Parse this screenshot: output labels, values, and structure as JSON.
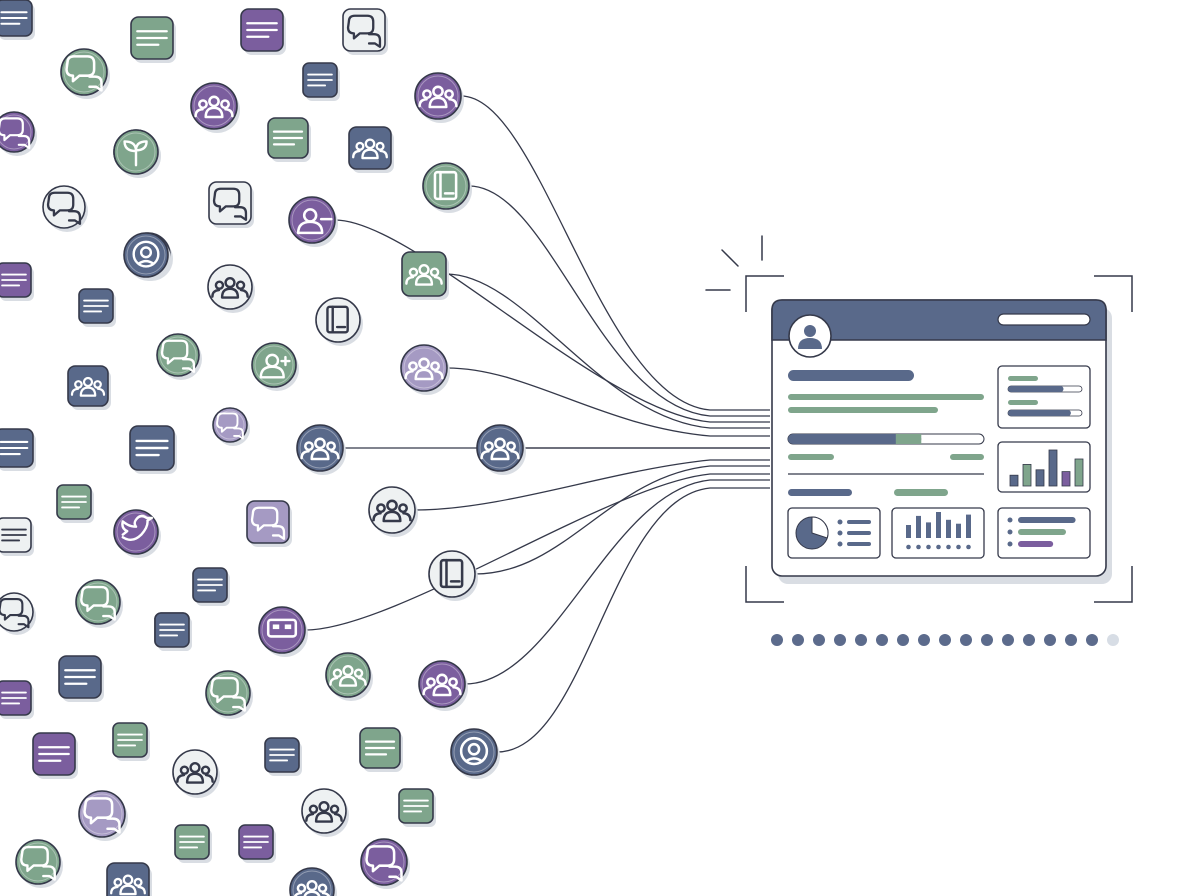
{
  "palette": {
    "navy": "#59698a",
    "purple": "#7b5e9e",
    "sage": "#7fa58c",
    "lavender": "#a59ac3",
    "light": "#eef1f2",
    "outline": "#35394a",
    "shadow": "#d9dde3",
    "dot_active": "#5c6b8c",
    "dot_inactive": "#d7dde5"
  },
  "scatter_icons": [
    {
      "shape": "rounded-square",
      "color": "navy",
      "glyph": "text-lines-icon"
    },
    {
      "shape": "circle",
      "color": "sage",
      "glyph": "chat-bubbles-icon"
    },
    {
      "shape": "circle",
      "color": "purple",
      "glyph": "chat-bubbles-icon"
    },
    {
      "shape": "rounded-square",
      "color": "light",
      "glyph": "chat-bubbles-icon"
    },
    {
      "shape": "rounded-square",
      "color": "sage",
      "glyph": "text-lines-icon"
    },
    {
      "shape": "circle",
      "color": "navy",
      "glyph": "chat-bubble-icon"
    },
    {
      "shape": "rounded-square",
      "color": "light",
      "glyph": "chat-bubbles-icon"
    },
    {
      "shape": "rounded-square",
      "color": "navy",
      "glyph": "group-icon"
    },
    {
      "shape": "rounded-square",
      "color": "navy",
      "glyph": "text-lines-icon"
    },
    {
      "shape": "rounded-square",
      "color": "sage",
      "glyph": "text-lines-icon"
    },
    {
      "shape": "circle",
      "color": "light",
      "glyph": "chat-bubbles-icon"
    },
    {
      "shape": "circle",
      "color": "sage",
      "glyph": "chat-bubbles-icon"
    },
    {
      "shape": "rounded-square",
      "color": "navy",
      "glyph": "text-lines-icon"
    },
    {
      "shape": "rounded-square",
      "color": "purple",
      "glyph": "text-lines-icon"
    },
    {
      "shape": "rounded-square",
      "color": "purple",
      "glyph": "text-lines-icon"
    },
    {
      "shape": "circle",
      "color": "sage",
      "glyph": "chat-bubbles-icon"
    },
    {
      "shape": "rounded-square",
      "color": "navy",
      "glyph": "group-icon"
    },
    {
      "shape": "rounded-square",
      "color": "navy",
      "glyph": "text-lines-icon"
    },
    {
      "shape": "circle",
      "color": "lavender",
      "glyph": "chat-bubbles-icon"
    },
    {
      "shape": "rounded-square",
      "color": "navy",
      "glyph": "text-lines-icon"
    },
    {
      "shape": "rounded-square",
      "color": "light",
      "glyph": "text-lines-icon"
    },
    {
      "shape": "circle",
      "color": "light",
      "glyph": "chat-bubbles-icon"
    },
    {
      "shape": "rounded-square",
      "color": "sage",
      "glyph": "text-lines-icon"
    },
    {
      "shape": "circle",
      "color": "sage",
      "glyph": "bird-icon"
    },
    {
      "shape": "rounded-square",
      "color": "navy",
      "glyph": "text-lines-icon"
    },
    {
      "shape": "circle",
      "color": "sage",
      "glyph": "chat-bubbles-icon"
    },
    {
      "shape": "circle",
      "color": "light",
      "glyph": "group-icon"
    },
    {
      "shape": "rounded-square",
      "color": "sage",
      "glyph": "text-lines-icon"
    },
    {
      "shape": "rounded-square",
      "color": "purple",
      "glyph": "text-lines-icon"
    },
    {
      "shape": "circle",
      "color": "sage",
      "glyph": "chat-bubbles-icon"
    },
    {
      "shape": "circle",
      "color": "purple",
      "glyph": "twitter-bird-icon"
    },
    {
      "shape": "rounded-square",
      "color": "navy",
      "glyph": "text-lines-icon"
    },
    {
      "shape": "circle",
      "color": "sage",
      "glyph": "plant-icon"
    },
    {
      "shape": "circle",
      "color": "navy",
      "glyph": "support-agent-icon"
    },
    {
      "shape": "circle",
      "color": "light",
      "glyph": "group-icon"
    },
    {
      "shape": "rounded-square",
      "color": "lavender",
      "glyph": "chat-bubbles-icon"
    },
    {
      "shape": "rounded-square",
      "color": "navy",
      "glyph": "text-lines-icon"
    },
    {
      "shape": "rounded-square",
      "color": "navy",
      "glyph": "text-lines-icon"
    },
    {
      "shape": "circle",
      "color": "sage",
      "glyph": "group-icon"
    },
    {
      "shape": "circle",
      "color": "light",
      "glyph": "group-icon"
    },
    {
      "shape": "rounded-square",
      "color": "sage",
      "glyph": "text-lines-icon"
    },
    {
      "shape": "circle",
      "color": "navy",
      "glyph": "user-icon"
    },
    {
      "shape": "circle",
      "color": "purple",
      "glyph": "group-icon"
    },
    {
      "shape": "rounded-square",
      "color": "sage",
      "glyph": "group-icon"
    },
    {
      "shape": "rounded-square",
      "color": "navy",
      "glyph": "text-lines-icon"
    },
    {
      "shape": "circle",
      "color": "sage",
      "glyph": "add-user-icon"
    },
    {
      "shape": "rounded-square",
      "color": "light",
      "glyph": "chat-bubbles-icon"
    },
    {
      "shape": "rounded-square",
      "color": "navy",
      "glyph": "group-icon"
    },
    {
      "shape": "rounded-square",
      "color": "navy",
      "glyph": "text-lines-icon"
    },
    {
      "shape": "rounded-square",
      "color": "sage",
      "glyph": "text-lines-icon"
    },
    {
      "shape": "circle",
      "color": "light",
      "glyph": "document-icon"
    }
  ],
  "connected_sources": [
    {
      "shape": "circle",
      "color": "purple",
      "glyph": "group-icon"
    },
    {
      "shape": "circle",
      "color": "sage",
      "glyph": "book-icon"
    },
    {
      "shape": "circle",
      "color": "purple",
      "glyph": "user-message-icon"
    },
    {
      "shape": "rounded-square",
      "color": "sage",
      "glyph": "group-icon"
    },
    {
      "shape": "circle",
      "color": "lavender",
      "glyph": "group-icon"
    },
    {
      "shape": "circle",
      "color": "navy",
      "glyph": "group-icon"
    },
    {
      "shape": "circle",
      "color": "navy",
      "glyph": "group-icon"
    },
    {
      "shape": "circle",
      "color": "light",
      "glyph": "group-icon"
    },
    {
      "shape": "circle",
      "color": "light",
      "glyph": "book-icon"
    },
    {
      "shape": "circle",
      "color": "purple",
      "glyph": "mask-icon"
    },
    {
      "shape": "circle",
      "color": "purple",
      "glyph": "group-icon"
    },
    {
      "shape": "circle",
      "color": "navy",
      "glyph": "support-agent-icon"
    }
  ],
  "dashboard": {
    "header_color": "navy",
    "avatar_glyph": "user-avatar-icon",
    "progress_fill": 0.68,
    "side_bars": [
      0.75,
      0.85
    ],
    "bar_chart_levels": [
      0.3,
      0.6,
      0.45,
      1.0,
      0.4,
      0.75
    ],
    "bar_chart_colors": [
      "navy",
      "sage",
      "navy",
      "navy",
      "purple",
      "sage"
    ],
    "mini_chart_levels": [
      0.5,
      0.85,
      0.6,
      1.0,
      0.7,
      0.55,
      0.9
    ],
    "pie_fraction": 0.3
  },
  "pagination": {
    "total": 17,
    "active_index": 15
  }
}
